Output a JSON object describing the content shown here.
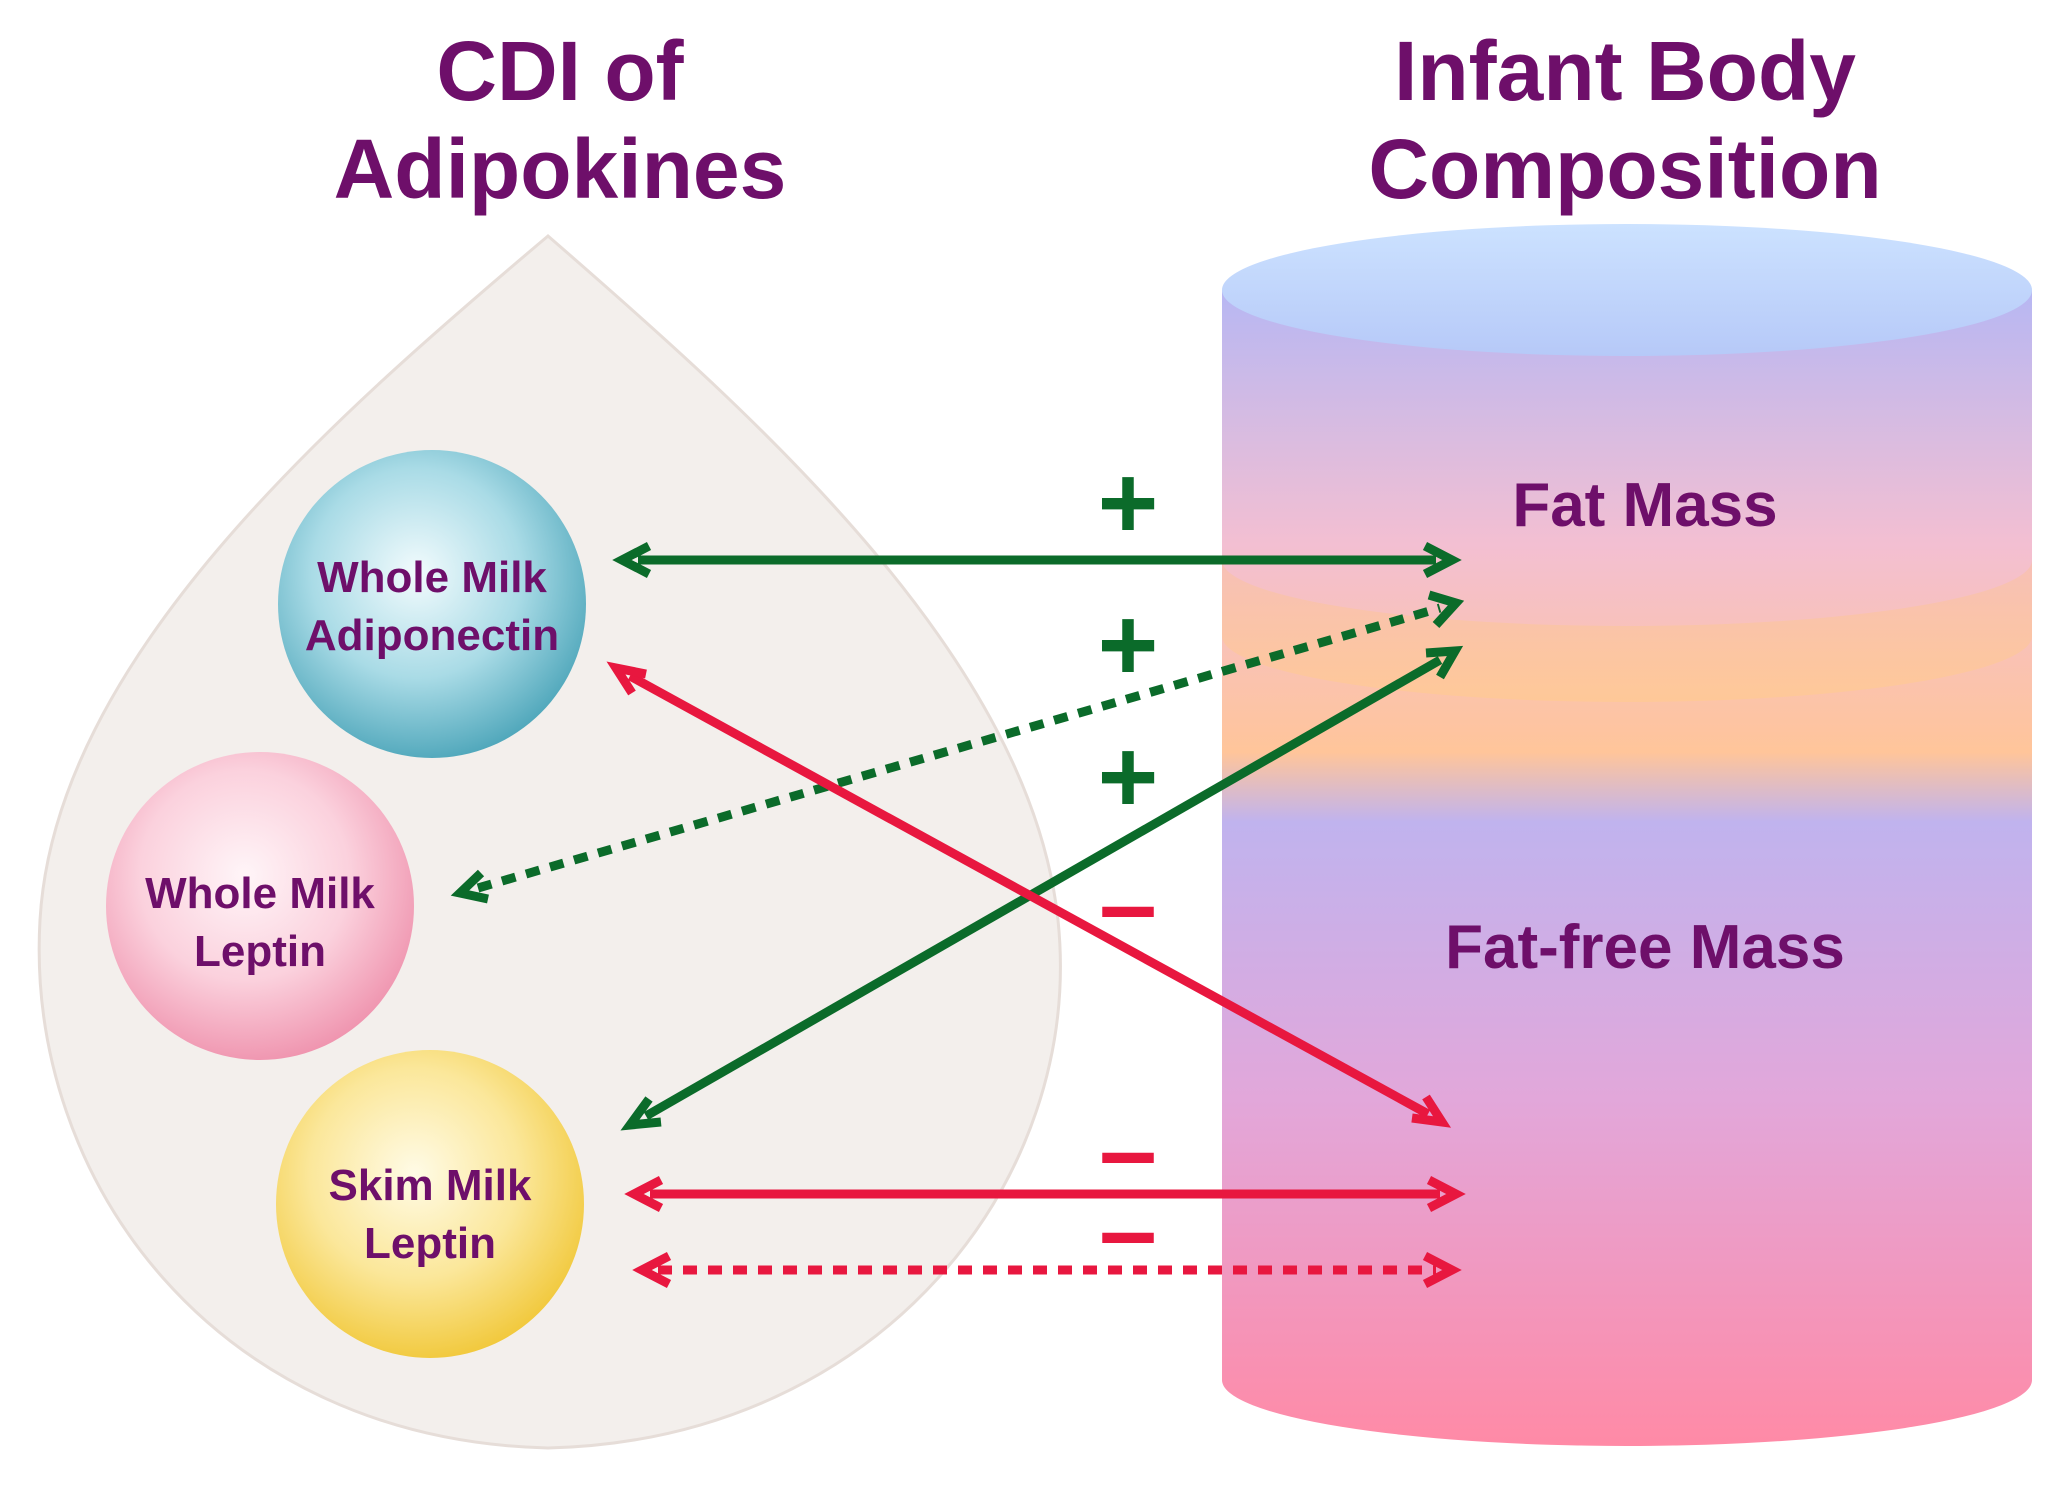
{
  "left_title": {
    "line1": "CDI of",
    "line2": "Adipokines"
  },
  "right_title": {
    "line1": "Infant Body",
    "line2": "Composition"
  },
  "nodes": {
    "adiponectin": {
      "line1": "Whole Milk",
      "line2": "Adiponectin"
    },
    "whole_leptin": {
      "line1": "Whole Milk",
      "line2": "Leptin"
    },
    "skim_leptin": {
      "line1": "Skim Milk",
      "line2": "Leptin"
    }
  },
  "compartments": {
    "fat_mass": "Fat Mass",
    "fat_free_mass": "Fat-free Mass"
  },
  "signs": {
    "plus": "+",
    "minus": "–"
  },
  "colors": {
    "title": "#6e0f6a",
    "positive": "#0b6b2a",
    "negative": "#e8173f",
    "drop": "#f3efec",
    "adiponectin": "#5fb6c9",
    "whole_leptin": "#f4a6bc",
    "skim_leptin": "#f8d33f"
  },
  "links": [
    {
      "from": "Whole Milk Adiponectin",
      "to": "Fat Mass",
      "sign": "+",
      "style": "solid"
    },
    {
      "from": "Whole Milk Leptin",
      "to": "Fat Mass",
      "sign": "+",
      "style": "dotted"
    },
    {
      "from": "Skim Milk Leptin",
      "to": "Fat Mass",
      "sign": "+",
      "style": "solid"
    },
    {
      "from": "Whole Milk Adiponectin",
      "to": "Fat-free Mass",
      "sign": "–",
      "style": "solid"
    },
    {
      "from": "Skim Milk Leptin",
      "to": "Fat-free Mass",
      "sign": "–",
      "style": "solid"
    },
    {
      "from": "Skim Milk Leptin",
      "to": "Fat-free Mass",
      "sign": "–",
      "style": "dotted"
    }
  ]
}
